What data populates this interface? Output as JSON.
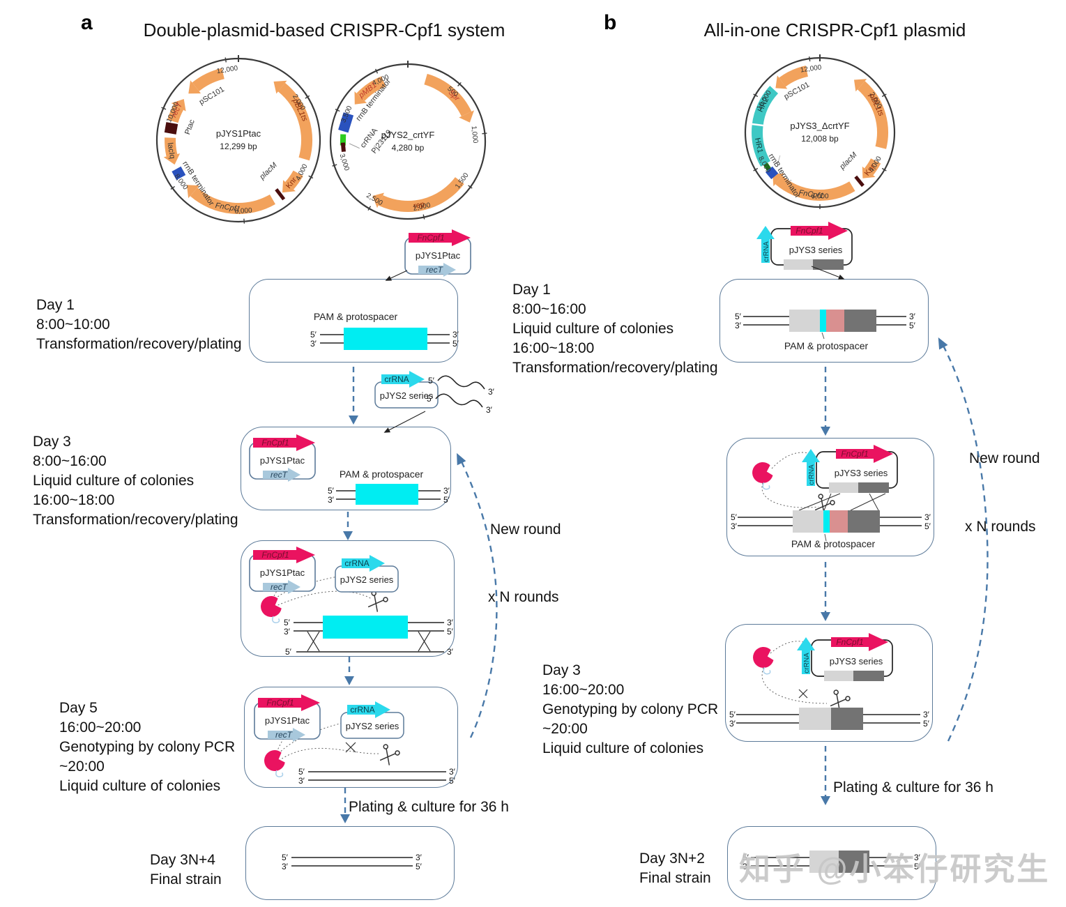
{
  "panel_a": {
    "label": "a",
    "title": "Double-plasmid-based CRISPR-Cpf1 system",
    "day1": [
      "Day 1",
      "8:00~10:00",
      "Transformation/recovery/plating"
    ],
    "day3": [
      "Day 3",
      "8:00~16:00",
      "Liquid culture of colonies",
      "16:00~18:00",
      "Transformation/recovery/plating"
    ],
    "day5": [
      "Day 5",
      "16:00~20:00",
      "Genotyping by colony PCR",
      "~20:00",
      "Liquid culture of colonies"
    ],
    "final_day": "Day 3N+4",
    "final_strain": "Final strain",
    "plating": "Plating & culture for 36 h",
    "new_round": "New round",
    "n_rounds": "x N rounds"
  },
  "panel_b": {
    "label": "b",
    "title": "All-in-one CRISPR-Cpf1 plasmid",
    "day1": [
      "Day 1",
      "8:00~16:00",
      "Liquid culture of colonies",
      "16:00~18:00",
      "Transformation/recovery/plating"
    ],
    "day3": [
      "Day 3",
      "16:00~20:00",
      "Genotyping by colony PCR",
      "~20:00",
      "Liquid culture of colonies"
    ],
    "final_day": "Day 3N+2",
    "final_strain": "Final strain",
    "plating": "Plating & culture for 36 h",
    "new_round": "New round",
    "n_rounds": "x N rounds"
  },
  "labels": {
    "fncpf1": "FnCpf1",
    "crrna": "crRNA",
    "rect": "recT",
    "pjys1": "pJYS1Ptac",
    "pjys2": "pJYS2 series",
    "pjys3": "pJYS3 series",
    "pam": "PAM & protospacer",
    "five": "5′",
    "three": "3′"
  },
  "plasmids": {
    "p1": {
      "name": "pJYS1Ptac",
      "size": "12,299 bp",
      "genes": {
        "rect": "recT",
        "psc101": "pSC101",
        "ptac": "Ptac",
        "laciq": "lacIq",
        "rrnb": "rrnB terminator",
        "fncpf1": "FnCpf1",
        "placm": "placM",
        "knr": "Knr",
        "pbl1ts": "pBL1ts"
      },
      "ticks": [
        "2,000",
        "4,000",
        "6,000",
        "8,000",
        "10,000",
        "12,000"
      ]
    },
    "p2": {
      "name": "pJYS2_crtYF",
      "size": "4,280 bp",
      "genes": {
        "spr": "Spr",
        "rep": "rep",
        "pmb1": "pMB1",
        "rrnb": "rrnB terminator",
        "crrna": "crRNA",
        "pj23119": "Pj23119"
      },
      "ticks": [
        "500",
        "1,000",
        "1,500",
        "2,000",
        "2,500",
        "3,000",
        "3,500",
        "4,000"
      ]
    },
    "p3": {
      "name": "pJYS3_ΔcrtYF",
      "size": "12,008 bp",
      "genes": {
        "psc101": "pSC101",
        "pbl1ts": "pBL1ts",
        "knr": "Knr",
        "placm": "placM",
        "fncpf1": "FnCpf1",
        "rrnb": "rrnB terminator",
        "hr1": "HR1",
        "hr2": "HR2"
      },
      "ticks": [
        "2,000",
        "4,000",
        "6,000",
        "8,000",
        "10,000",
        "12,000"
      ]
    }
  },
  "watermark": "知乎 @小笨仔研究生",
  "colors": {
    "pink": "#EA1360",
    "cyan": "#2BD9EC",
    "protospacer_cyan": "#00EDF2",
    "orange": "#F2A25C",
    "teal": "#3EC8C4",
    "terminator_blue": "#2A52BE",
    "promoter_darkred": "#4A0E0E",
    "rect_blue": "#A8C8DC",
    "salmon": "#D99090",
    "light_gray": "#D5D5D5",
    "dark_gray": "#737373",
    "cell_border": "#5C7A99",
    "flow_blue": "#4878A8"
  }
}
